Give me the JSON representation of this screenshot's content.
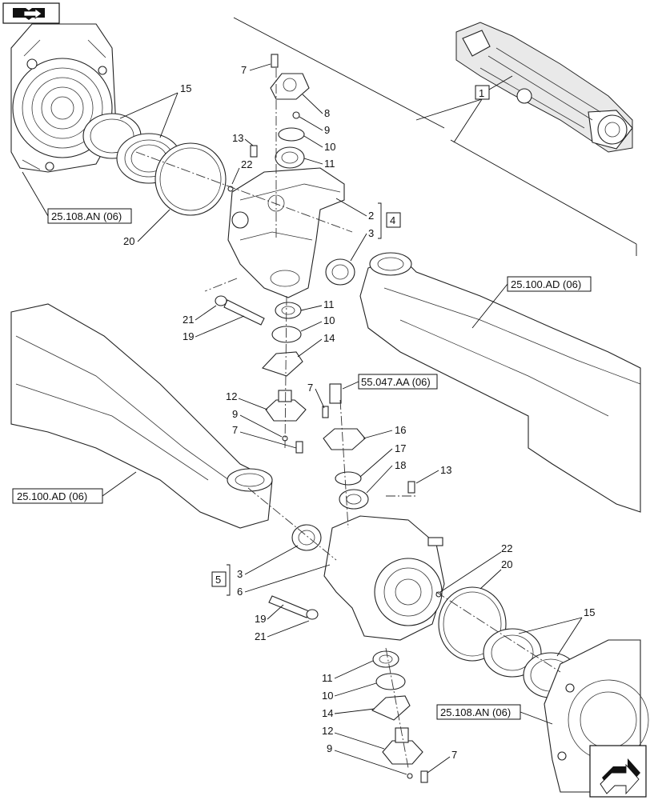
{
  "parts": [
    {
      "id": "p7a",
      "label": "7"
    },
    {
      "id": "p8",
      "label": "8"
    },
    {
      "id": "p9a",
      "label": "9"
    },
    {
      "id": "p10a",
      "label": "10"
    },
    {
      "id": "p11a",
      "label": "11"
    },
    {
      "id": "p13a",
      "label": "13"
    },
    {
      "id": "p22a",
      "label": "22"
    },
    {
      "id": "p2",
      "label": "2"
    },
    {
      "id": "p3a",
      "label": "3"
    },
    {
      "id": "p15a",
      "label": "15"
    },
    {
      "id": "p20a",
      "label": "20"
    },
    {
      "id": "p21a",
      "label": "21"
    },
    {
      "id": "p19a",
      "label": "19"
    },
    {
      "id": "p11b",
      "label": "11"
    },
    {
      "id": "p10b",
      "label": "10"
    },
    {
      "id": "p14a",
      "label": "14"
    },
    {
      "id": "p12a",
      "label": "12"
    },
    {
      "id": "p9b",
      "label": "9"
    },
    {
      "id": "p7b",
      "label": "7"
    },
    {
      "id": "p7c",
      "label": "7"
    },
    {
      "id": "p16",
      "label": "16"
    },
    {
      "id": "p17",
      "label": "17"
    },
    {
      "id": "p18",
      "label": "18"
    },
    {
      "id": "p13b",
      "label": "13"
    },
    {
      "id": "p3b",
      "label": "3"
    },
    {
      "id": "p6",
      "label": "6"
    },
    {
      "id": "p22b",
      "label": "22"
    },
    {
      "id": "p20b",
      "label": "20"
    },
    {
      "id": "p15b",
      "label": "15"
    },
    {
      "id": "p19b",
      "label": "19"
    },
    {
      "id": "p21b",
      "label": "21"
    },
    {
      "id": "p11c",
      "label": "11"
    },
    {
      "id": "p10c",
      "label": "10"
    },
    {
      "id": "p14b",
      "label": "14"
    },
    {
      "id": "p12b",
      "label": "12"
    },
    {
      "id": "p9c",
      "label": "9"
    },
    {
      "id": "p7d",
      "label": "7"
    }
  ],
  "boxed_labels": {
    "assembly_1": "1",
    "assembly_4": "4",
    "assembly_5": "5"
  },
  "references": {
    "ref_108_top": "25.108.AN (06)",
    "ref_100_right": "25.100.AD (06)",
    "ref_047": "55.047.AA (06)",
    "ref_100_left": "25.100.AD (06)",
    "ref_108_bottom": "25.108.AN (06)"
  },
  "icons": {
    "top_left": "book-arrow-icon",
    "bottom_right": "next-page-arrow-icon"
  }
}
